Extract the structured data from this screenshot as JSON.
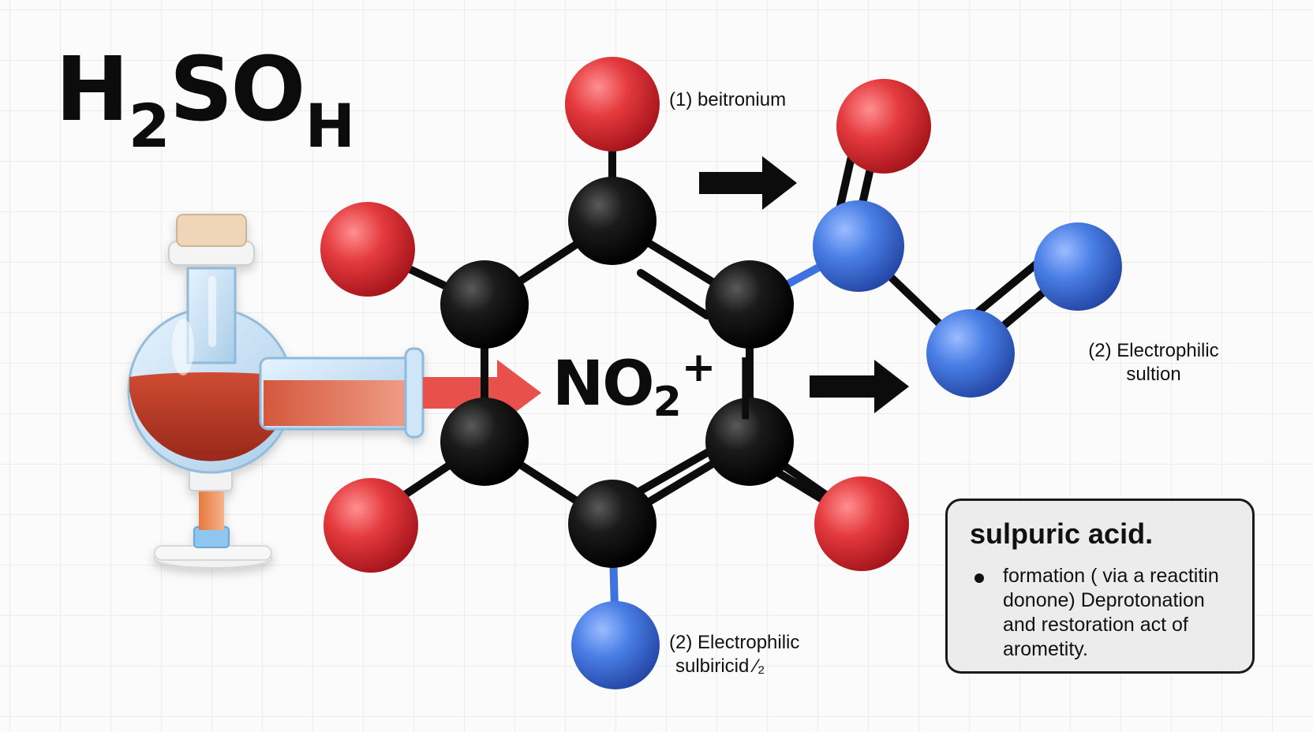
{
  "formula": {
    "text_main": "H",
    "subscript": "2",
    "text_tail": "SO",
    "tail_subscript": "H"
  },
  "ion": {
    "text": "NO",
    "subscript": "2",
    "superscript": "+",
    "bar": "|"
  },
  "labels": {
    "top": "(1) beitronium",
    "right": [
      "(2) Electrophilic",
      "sultion"
    ],
    "bottom": [
      "(2) Electrophilic",
      "sulbiricid ⁄₂"
    ]
  },
  "info_box": {
    "title": "sulpuric acid.",
    "bullet_text": "formation ( via a reactitin donone) Deprotonation and restoration act of arometity."
  },
  "colors": {
    "oxygen": "#e43a3e",
    "carbon": "#121212",
    "nitrogen": "#3d72e0",
    "arrow_red": "#e8504c",
    "arrow_black": "#0c0c0c",
    "liquid": "#b83a26"
  }
}
